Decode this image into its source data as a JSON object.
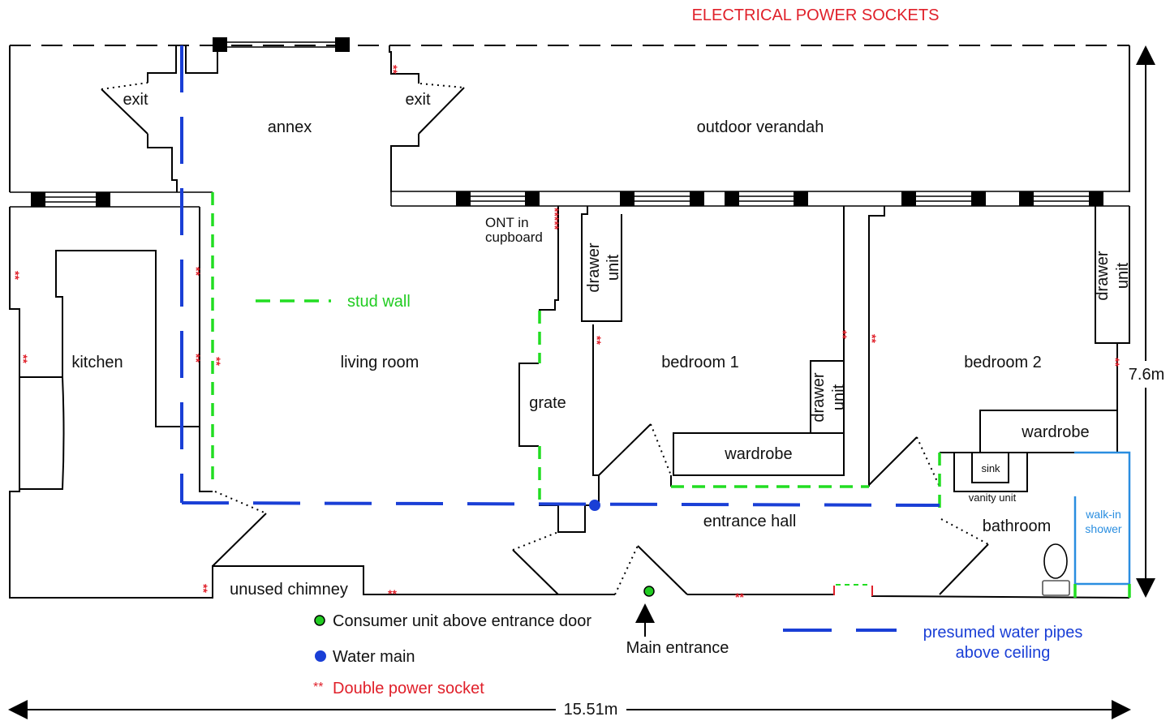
{
  "title": "ELECTRICAL POWER SOCKETS",
  "colors": {
    "title": "#e0202a",
    "socket": "#e0202a",
    "water_pipe": "#1a3fd6",
    "stud_wall": "#22dd22",
    "consumer_unit": "#22cc22",
    "water_main": "#1a3fd6",
    "shower": "#2a8ee0"
  },
  "rooms": {
    "annex": "annex",
    "exit_left": "exit",
    "exit_right": "exit",
    "verandah": "outdoor verandah",
    "kitchen": "kitchen",
    "living_room": "living room",
    "bedroom1": "bedroom 1",
    "bedroom2": "bedroom 2",
    "grate": "grate",
    "entrance_hall": "entrance hall",
    "bathroom": "bathroom",
    "chimney": "unused chimney"
  },
  "fixtures": {
    "ont_line1": "ONT in",
    "ont_line2": "cupboard",
    "drawer": "drawer",
    "unit": "unit",
    "wardrobe": "wardrobe",
    "sink": "sink",
    "vanity_unit": "vanity unit",
    "shower_line1": "walk-in",
    "shower_line2": "shower",
    "main_entrance": "Main entrance"
  },
  "socket_mark": "**",
  "socket_mark_multi": "*****",
  "legend": {
    "stud_wall": "stud wall",
    "consumer_unit": "Consumer unit above entrance door",
    "water_main": "Water main",
    "socket_symbol": "**",
    "socket": "Double power socket",
    "pipes_line1": "presumed water pipes",
    "pipes_line2": "above ceiling"
  },
  "dimensions": {
    "width": "15.51m",
    "height": "7.6m"
  }
}
